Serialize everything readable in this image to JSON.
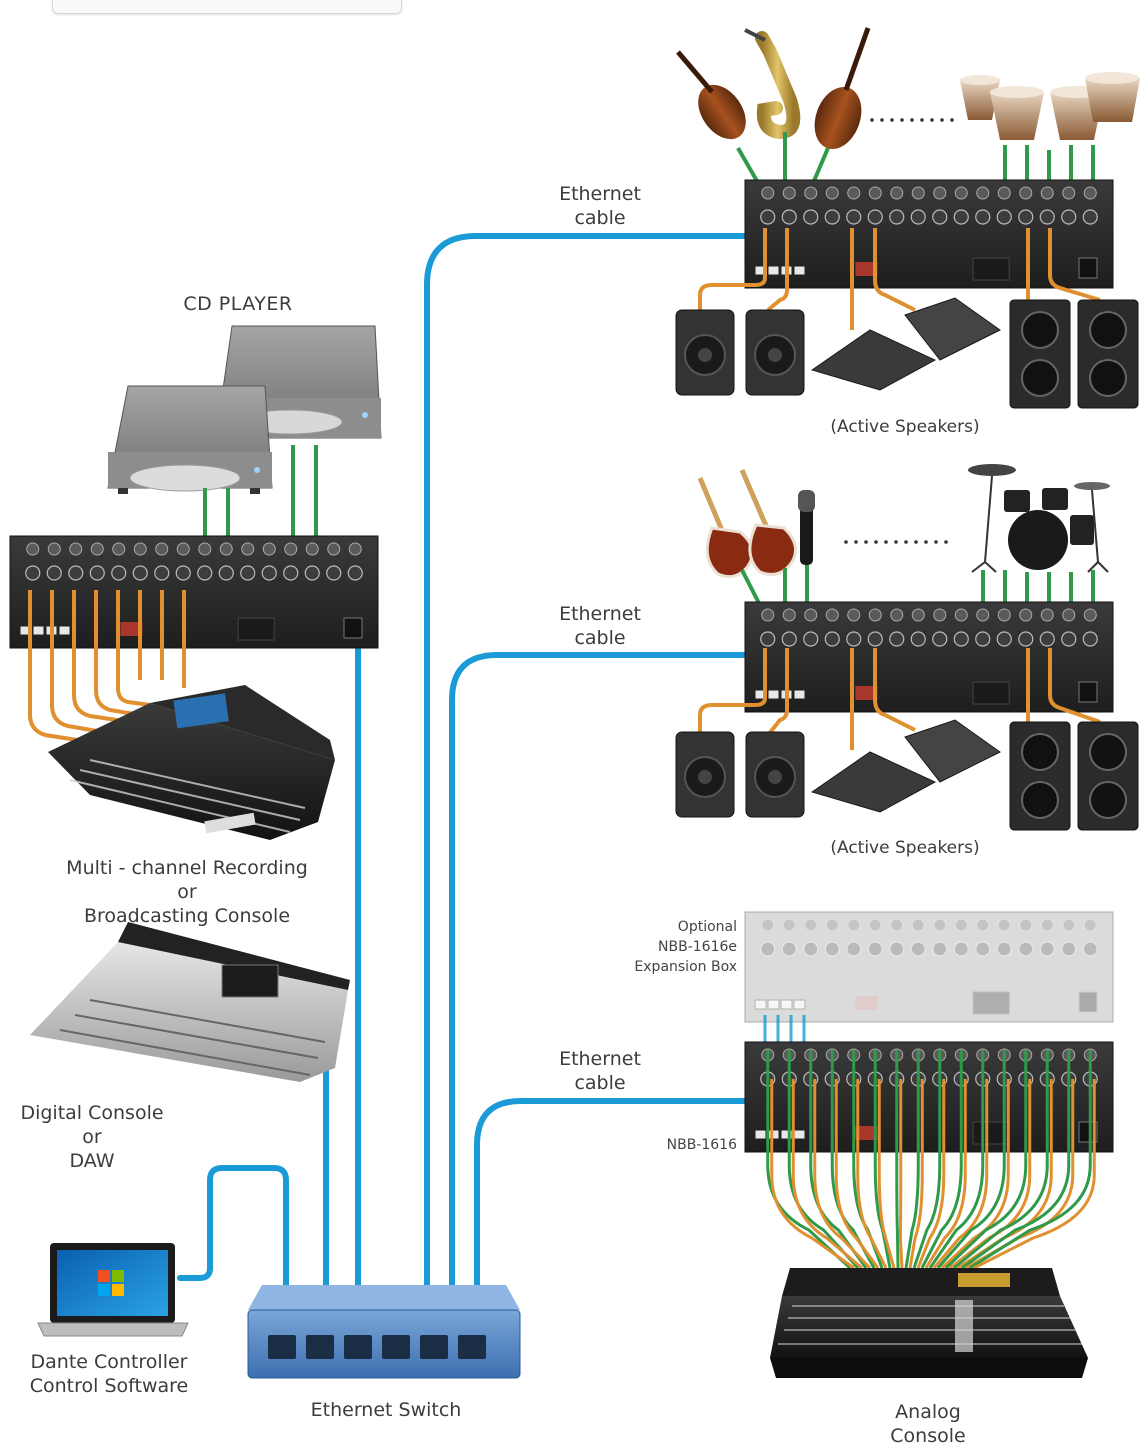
{
  "labels": {
    "cd_player": "CD PLAYER",
    "ethernet_cable_1": [
      "Ethernet",
      "cable"
    ],
    "ethernet_cable_2": [
      "Ethernet",
      "cable"
    ],
    "ethernet_cable_3": [
      "Ethernet",
      "cable"
    ],
    "active_speakers_1": "(Active Speakers)",
    "active_speakers_2": "(Active Speakers)",
    "recording_console": [
      "Multi - channel Recording",
      "or",
      "Broadcasting Console"
    ],
    "digital_console": [
      "Digital Console",
      "or",
      "DAW"
    ],
    "dante_controller": [
      "Dante Controller",
      "Control Software"
    ],
    "ethernet_switch": "Ethernet Switch",
    "optional_expansion": [
      "Optional",
      "NBB-1616e",
      "Expansion Box"
    ],
    "nbb_1616": "NBB-1616",
    "analog_console": [
      "Analog",
      "Console"
    ]
  },
  "colors": {
    "ethernet": "#1a9ad6",
    "audio_in": "#2e9a4a",
    "audio_out": "#e0902e",
    "box_dark": "#2b2b2b",
    "box_light": "#c8c8c8"
  },
  "icons": [
    "violin-icon",
    "saxophone-icon",
    "cello-icon",
    "timpani-icon",
    "electric-guitar-icon",
    "microphone-icon",
    "drum-kit-icon",
    "cd-player-icon",
    "studio-monitor-icon",
    "floor-wedge-icon",
    "laptop-icon",
    "ethernet-switch-icon",
    "mixing-console-icon"
  ]
}
